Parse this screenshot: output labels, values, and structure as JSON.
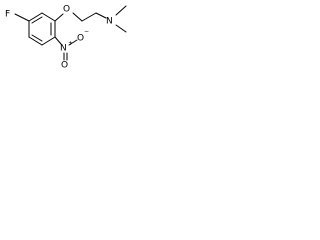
{
  "molecule": {
    "atoms": {
      "fluorine": "F",
      "ether_oxygen": "O",
      "amine_nitrogen": "N",
      "nitro_nitrogen": "N",
      "nitro_nitrogen_charge": "+",
      "nitro_oxygen_top": "O",
      "nitro_oxygen_top_charge": "−",
      "nitro_oxygen_bottom": "O"
    },
    "colors": {
      "bonds": "#000000",
      "labels": "#000000",
      "background": "#ffffff"
    }
  }
}
